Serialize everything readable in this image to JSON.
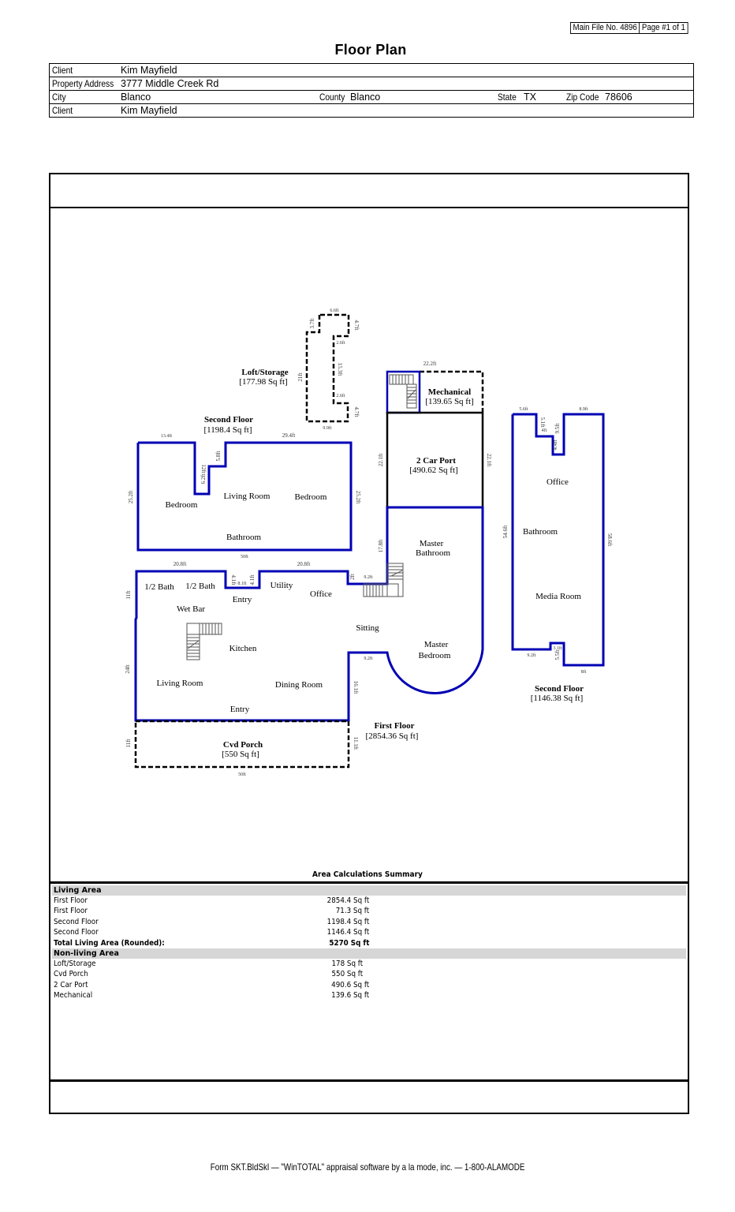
{
  "header": {
    "file_no": "Main File No. 4896",
    "page": "Page #1 of 1",
    "title": "Floor Plan"
  },
  "info": {
    "client_label": "Client",
    "client": "Kim Mayfield",
    "address_label": "Property Address",
    "address": "3777 Middle Creek Rd",
    "city_label": "City",
    "city": "Blanco",
    "county_label": "County",
    "county": "Blanco",
    "state_label": "State",
    "state": "TX",
    "zip_label": "Zip Code",
    "zip": "78606",
    "client2_label": "Client",
    "client2": "Kim Mayfield"
  },
  "plan": {
    "areas": {
      "loft": {
        "name": "Loft/Storage",
        "area": "[177.98 Sq ft]"
      },
      "mechanical": {
        "name": "Mechanical",
        "area": "[139.65 Sq ft]"
      },
      "carport": {
        "name": "2 Car Port",
        "area": "[490.62 Sq ft]"
      },
      "second_floor_a": {
        "name": "Second Floor",
        "area": "[1198.4 Sq ft]"
      },
      "second_floor_b": {
        "name": "Second Floor",
        "area": "[1146.38 Sq ft]"
      },
      "first_floor": {
        "name": "First Floor",
        "area": "[2854.36 Sq ft]"
      },
      "porch": {
        "name": "Cvd Porch",
        "area": "[550 Sq ft]"
      }
    },
    "rooms": {
      "sf_bedroom_left": "Bedroom",
      "sf_living_room": "Living Room",
      "sf_bedroom_right": "Bedroom",
      "sf_bathroom": "Bathroom",
      "ff_half_bath_1": "1/2 Bath",
      "ff_half_bath_2": "1/2 Bath",
      "ff_entry_top": "Entry",
      "ff_utility": "Utility",
      "ff_office": "Office",
      "ff_wet_bar": "Wet Bar",
      "ff_kitchen": "Kitchen",
      "ff_sitting": "Sitting",
      "ff_master_bathroom_1": "Master",
      "ff_master_bathroom_2": "Bathroom",
      "ff_master_bedroom_1": "Master",
      "ff_master_bedroom_2": "Bedroom",
      "ff_living_room": "Living Room",
      "ff_dining_room": "Dining Room",
      "ff_entry_bottom": "Entry",
      "sf2_office": "Office",
      "sf2_bathroom": "Bathroom",
      "sf2_media_room": "Media Room"
    },
    "dims": {
      "loft_top": "6.6ft",
      "loft_3_7": "3.7ft",
      "loft_4_7a": "4.7ft",
      "loft_2_6a": "2.6ft",
      "loft_15_3": "15.3ft",
      "loft_21": "21ft",
      "loft_2_6b": "2.6ft",
      "loft_4_7b": "4.7ft",
      "loft_bottom": "9.9ft",
      "mech_top": "22.2ft",
      "carport_left": "22.1ft",
      "carport_right": "22.1ft",
      "sf_13_4": "13.4ft",
      "sf_29_4": "29.4ft",
      "sf_12": "12ft",
      "sf_6_2": "6.2ft",
      "sf_5_8": "5.8ft",
      "sf_left": "25.2ft",
      "sf_right": "25.2ft",
      "sf_bottom": "50ft",
      "ff_20_8a": "20.8ft",
      "ff_20_8b": "20.8ft",
      "ff_11": "11ft",
      "ff_4_1a": "4.1ft",
      "ff_8_1": "8.1ft",
      "ff_4_1b": "4.1ft",
      "ff_2": "2ft",
      "ff_9_2a": "9.2ft",
      "ff_17_8": "17.8ft",
      "ff_24": "24ft",
      "ff_9_2b": "9.2ft",
      "ff_16_1": "16.1ft",
      "porch_11a": "11ft",
      "porch_11b": "11.1ft",
      "porch_50": "50ft",
      "sf2_5_6": "5.6ft",
      "sf2_5_1": "5.1ft",
      "sf2_4": "4ft",
      "sf2_9_5": "9.5ft",
      "sf2_4_4": "4.4ft",
      "sf2_8_9": "8.9ft",
      "sf2_left": "54.6ft",
      "sf2_right": "58.6ft",
      "sf2_9_2": "9.2ft",
      "sf2_3": "3.1ft",
      "sf2_5_5": "5.5ft",
      "sf2_8": "8ft"
    }
  },
  "summary": {
    "title": "Area Calculations Summary",
    "living_header": "Living Area",
    "living": [
      {
        "name": "First Floor",
        "value": "2854.4 Sq ft"
      },
      {
        "name": "First Floor",
        "value": "71.3 Sq ft"
      },
      {
        "name": "Second Floor",
        "value": "1198.4 Sq ft"
      },
      {
        "name": "Second Floor",
        "value": "1146.4 Sq ft"
      }
    ],
    "total_label": "Total Living Area (Rounded):",
    "total_value": "5270 Sq ft",
    "nonliving_header": "Non-living Area",
    "nonliving": [
      {
        "name": "Loft/Storage",
        "value": "178 Sq ft"
      },
      {
        "name": "Cvd Porch",
        "value": "550 Sq ft"
      },
      {
        "name": "2 Car Port",
        "value": "490.6 Sq ft"
      },
      {
        "name": "Mechanical",
        "value": "139.6 Sq ft"
      }
    ]
  },
  "footer": {
    "text": "Form SKT.BldSkl — \"WinTOTAL\" appraisal software by a la mode, inc. — 1-800-ALAMODE"
  },
  "colors": {
    "living_wall": "#0000b4",
    "nonliving_wall": "#000000",
    "section_bg": "#d6d6d6"
  }
}
